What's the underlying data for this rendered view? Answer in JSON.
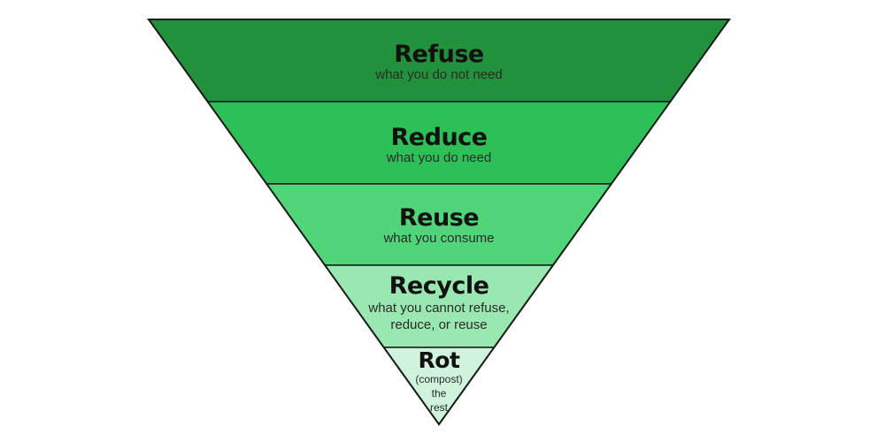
{
  "diagram": {
    "outline_color": "#1a1a1a",
    "tiers": [
      {
        "title": "Refuse",
        "subtitle_lines": [
          "what you do not need"
        ],
        "fill": "#21913c"
      },
      {
        "title": "Reduce",
        "subtitle_lines": [
          "what you do need"
        ],
        "fill": "#2cc057"
      },
      {
        "title": "Reuse",
        "subtitle_lines": [
          "what you consume"
        ],
        "fill": "#50d678"
      },
      {
        "title": "Recycle",
        "subtitle_lines": [
          "what you cannot refuse,",
          "reduce, or reuse"
        ],
        "fill": "#99e8b2"
      },
      {
        "title": "Rot",
        "subtitle_lines": [
          "(compost)",
          "the",
          "rest"
        ],
        "fill": "#cff3db"
      }
    ]
  }
}
